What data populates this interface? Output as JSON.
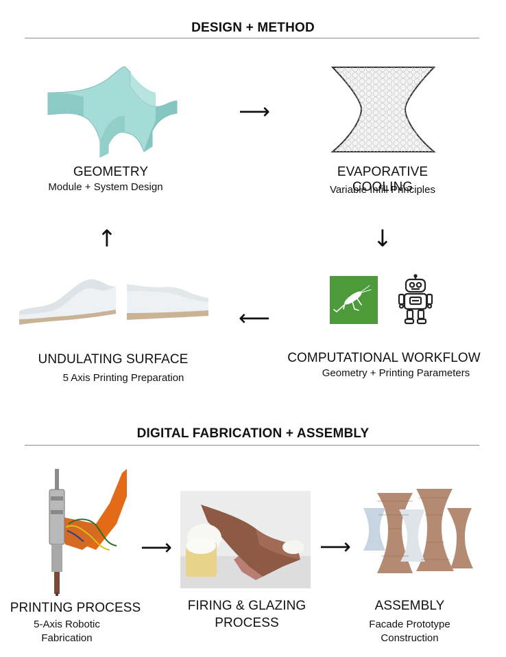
{
  "design_section": {
    "title": "DESIGN + METHOD",
    "steps": {
      "geometry": {
        "label": "GEOMETRY",
        "sub": "Module + System Design"
      },
      "cooling": {
        "label": "EVAPORATIVE COOLING",
        "sub": "Variable Infill Principles"
      },
      "workflow": {
        "label": "COMPUTATIONAL WORKFLOW",
        "sub": "Geometry + Printing Parameters"
      },
      "surface": {
        "label": "UNDULATING SURFACE",
        "sub": "5 Axis Printing Preparation"
      }
    },
    "arrows": {
      "right": "⟶",
      "down": "↓",
      "left": "⟵",
      "up": "↑"
    }
  },
  "fabrication_section": {
    "title": "DIGITAL FABRICATION  + ASSEMBLY",
    "steps": {
      "printing": {
        "label": "PRINTING PROCESS",
        "sub_line1": "5-Axis Robotic",
        "sub_line2": "Fabrication"
      },
      "firing": {
        "label_line1": "FIRING & GLAZING",
        "label_line2": "PROCESS"
      },
      "assembly": {
        "label": "ASSEMBLY",
        "sub_line1": "Facade Prototype",
        "sub_line2": "Construction"
      }
    },
    "arrows": {
      "right": "⟶"
    }
  },
  "colors": {
    "geometry_fill": "#9fd6d2",
    "grasshopper_green": "#4c9a3a",
    "clay": "#b48a72",
    "robot_orange": "#e36a16"
  },
  "icons": [
    "grasshopper-icon",
    "robot-icon"
  ]
}
